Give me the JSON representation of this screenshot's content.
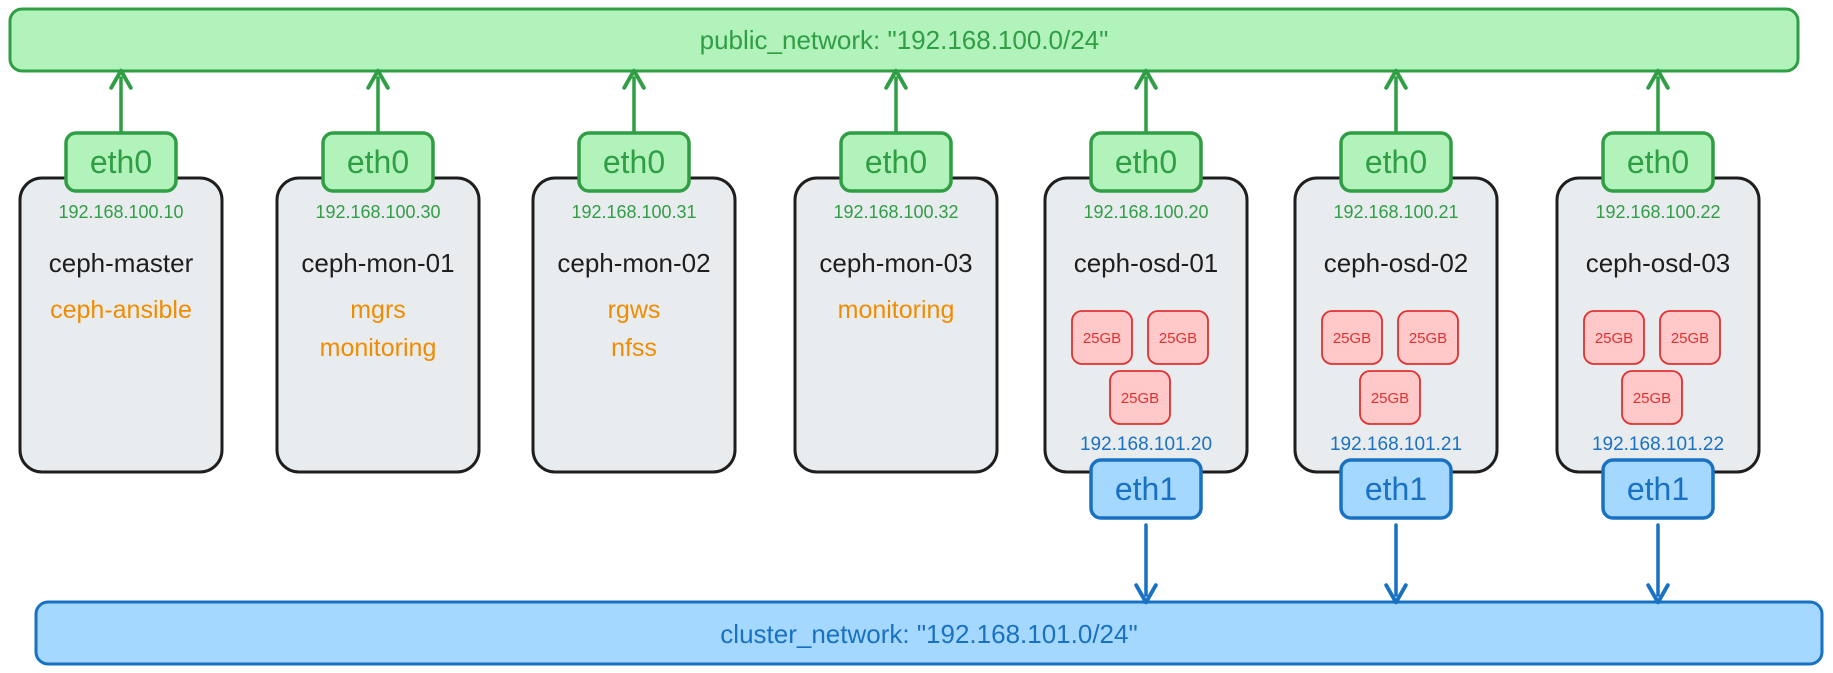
{
  "public_network": {
    "label": "public_network: \"192.168.100.0/24\""
  },
  "cluster_network": {
    "label": "cluster_network: \"192.168.101.0/24\""
  },
  "colors": {
    "public_fill": "#b2f2bb",
    "public_stroke": "#2f9e44",
    "public_text": "#2f9e44",
    "cluster_fill": "#a5d8ff",
    "cluster_stroke": "#1971c2",
    "cluster_text": "#1971c2",
    "node_fill": "#e9ecef",
    "node_stroke": "#1e1e1e",
    "role_text": "#f08c00",
    "disk_fill": "#ffc9c9",
    "disk_stroke": "#e03131",
    "disk_text": "#e03131"
  },
  "nodes": [
    {
      "name": "ceph-master",
      "eth0": "eth0",
      "public_ip": "192.168.100.10",
      "roles": [
        "ceph-ansible"
      ]
    },
    {
      "name": "ceph-mon-01",
      "eth0": "eth0",
      "public_ip": "192.168.100.30",
      "roles": [
        "mgrs",
        "monitoring"
      ]
    },
    {
      "name": "ceph-mon-02",
      "eth0": "eth0",
      "public_ip": "192.168.100.31",
      "roles": [
        "rgws",
        "nfss"
      ]
    },
    {
      "name": "ceph-mon-03",
      "eth0": "eth0",
      "public_ip": "192.168.100.32",
      "roles": [
        "monitoring"
      ]
    },
    {
      "name": "ceph-osd-01",
      "eth0": "eth0",
      "public_ip": "192.168.100.20",
      "disks": [
        "25GB",
        "25GB",
        "25GB"
      ],
      "cluster_ip": "192.168.101.20",
      "eth1": "eth1"
    },
    {
      "name": "ceph-osd-02",
      "eth0": "eth0",
      "public_ip": "192.168.100.21",
      "disks": [
        "25GB",
        "25GB",
        "25GB"
      ],
      "cluster_ip": "192.168.101.21",
      "eth1": "eth1"
    },
    {
      "name": "ceph-osd-03",
      "eth0": "eth0",
      "public_ip": "192.168.100.22",
      "disks": [
        "25GB",
        "25GB",
        "25GB"
      ],
      "cluster_ip": "192.168.101.22",
      "eth1": "eth1"
    }
  ]
}
